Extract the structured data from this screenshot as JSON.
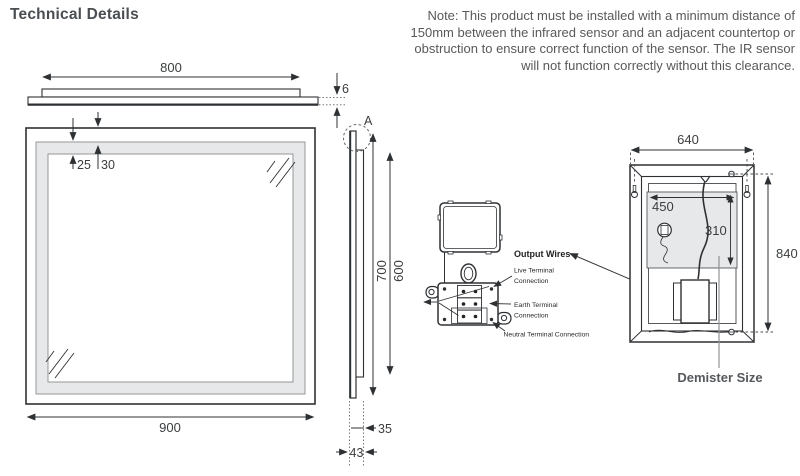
{
  "title": "Technical Details",
  "note_lines": [
    "Note: This product must be installed with a minimum distance of",
    "150mm between the infrared sensor and an adjacent countertop or",
    "obstruction to ensure correct function of the sensor. The IR sensor",
    "will not function correctly without this clearance."
  ],
  "colors": {
    "line": "#2e3134",
    "band_fill": "#e7e8e9",
    "title_text": "#4a4e52",
    "note_text": "#58595b"
  },
  "views": {
    "top": {
      "width": "800",
      "thickness": "6"
    },
    "front": {
      "edge_inset": "25",
      "band_inset": "30",
      "width": "900"
    },
    "side": {
      "detail_ref": "A",
      "glass_height": "700",
      "backing_height": "600",
      "backing_depth": "35",
      "total_depth": "43"
    },
    "terminal": {
      "output_wires": "Output Wires",
      "live_line1": "Live Terminal",
      "live_line2": "Connection",
      "earth_line1": "Earth Terminal",
      "earth_line2": "Connection",
      "neutral": "Neutral Terminal Connection"
    },
    "back": {
      "width": "640",
      "height": "840",
      "demister_width": "450",
      "demister_height": "310",
      "demister_caption": "Demister Size"
    }
  }
}
